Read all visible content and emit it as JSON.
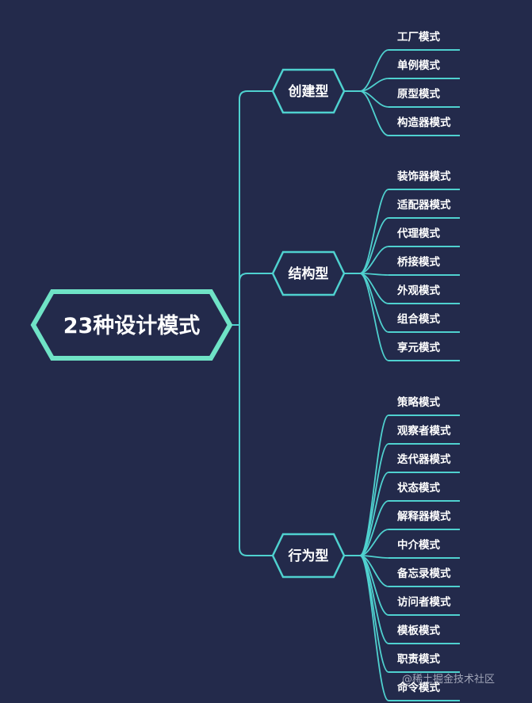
{
  "root": {
    "label": "23种设计模式"
  },
  "colors": {
    "background": "#232a4b",
    "root_border": "#6fe3c6",
    "line": "#4fd1cf",
    "hex_fill": "#232a4b"
  },
  "categories": [
    {
      "id": "creational",
      "label": "创建型",
      "items": [
        "工厂模式",
        "单例模式",
        "原型模式",
        "构造器模式"
      ]
    },
    {
      "id": "structural",
      "label": "结构型",
      "items": [
        "装饰器模式",
        "适配器模式",
        "代理模式",
        "桥接模式",
        "外观模式",
        "组合模式",
        "享元模式"
      ]
    },
    {
      "id": "behavioral",
      "label": "行为型",
      "items": [
        "策略模式",
        "观察者模式",
        "迭代器模式",
        "状态模式",
        "解释器模式",
        "中介模式",
        "备忘录模式",
        "访问者模式",
        "模板模式",
        "职责模式",
        "命令模式"
      ]
    }
  ],
  "watermark": "@稀土掘金技术社区"
}
